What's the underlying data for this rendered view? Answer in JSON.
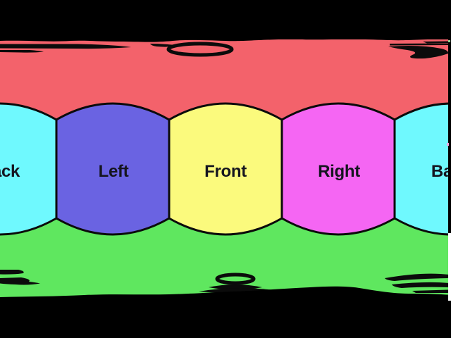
{
  "video_frame": {
    "letterbox_color": "#000000",
    "outline_color": "#0b0b0b",
    "label_text_color": "#15151f",
    "projection_faces": {
      "back": {
        "label": "Back",
        "color": "#6ff9fe"
      },
      "left": {
        "label": "Left",
        "color": "#6a63e2"
      },
      "front": {
        "label": "Front",
        "color": "#fbfa7d"
      },
      "right": {
        "label": "Right",
        "color": "#f566f3"
      },
      "top": {
        "color": "#f3626b"
      },
      "bottom": {
        "color": "#5fe75f"
      }
    },
    "right_edge_artifact": {
      "bar_color": "#000000",
      "lower_strip_color": "#ffffff",
      "dot_top_color": "#8fcf8f",
      "dot_mid_color": "#eda8e0"
    }
  }
}
